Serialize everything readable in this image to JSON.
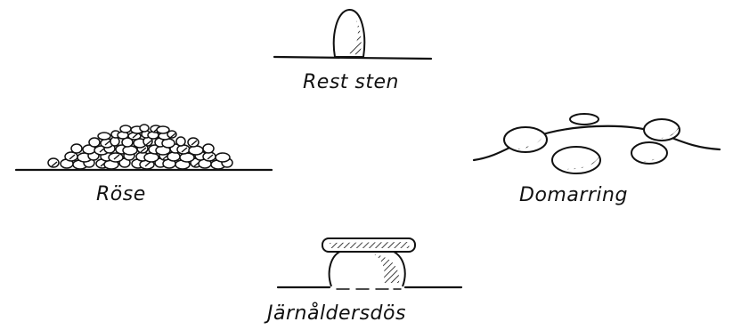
{
  "labels": {
    "rest_sten": "Rest sten",
    "rose": "Röse",
    "domarring": "Domarring",
    "jarnaldersdos": "Järnåldersdös"
  },
  "colors": {
    "ink": "#111111",
    "background": "#ffffff"
  }
}
